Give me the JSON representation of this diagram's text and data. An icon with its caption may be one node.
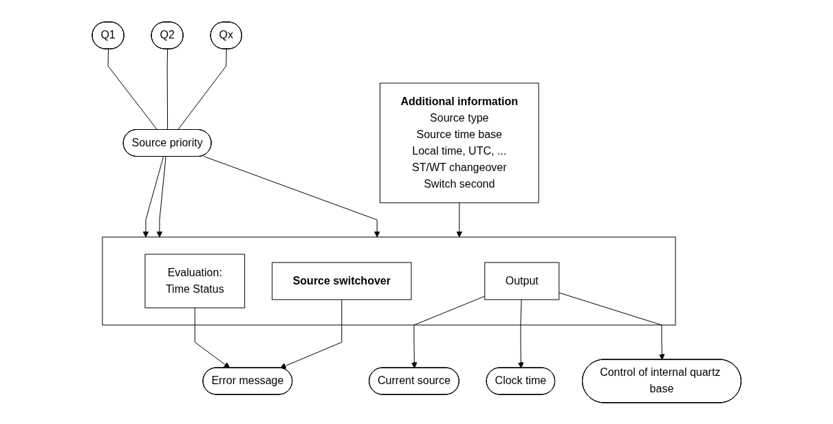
{
  "diagram": {
    "nodes": [
      {
        "text": [
          "Q1"
        ]
      },
      {
        "text": [
          "Q2"
        ]
      },
      {
        "text": [
          "Qx"
        ]
      },
      {
        "text": [
          "Source priority"
        ]
      },
      {
        "text": [],
        "shape": "box"
      },
      {
        "text": [
          "Evaluation:",
          "Time Status"
        ],
        "in": 4
      },
      {
        "text": [
          "Source switchover"
        ],
        "in": 4
      },
      {
        "text": [
          "Output"
        ],
        "in": 4
      },
      {
        "text": [
          "Additional information",
          "Source type",
          "Source time base",
          "Local time, UTC, ...",
          "ST/WT changeover",
          "Switch second"
        ]
      },
      {
        "text": [
          "Error message"
        ]
      },
      {
        "text": [
          "Current source"
        ]
      },
      {
        "text": [
          "Clock time"
        ]
      },
      {
        "text": [
          "Control of internal quartz base"
        ]
      }
    ],
    "edges": [
      {
        "from": 0,
        "to": 3,
        "arrow": "none"
      },
      {
        "from": 1,
        "to": 3,
        "arrow": "none"
      },
      {
        "from": 2,
        "to": 3,
        "arrow": "none"
      },
      {
        "from": 3,
        "to": 4,
        "arrow": "to"
      },
      {
        "from": 3,
        "to": 4,
        "arrow": "to"
      },
      {
        "from": 3,
        "to": 4,
        "arrow": "to"
      },
      {
        "from": 8,
        "to": 4,
        "arrow": "to"
      },
      {
        "from": 5,
        "to": 9,
        "arrow": "to"
      },
      {
        "from": 6,
        "to": 9,
        "arrow": "to"
      },
      {
        "from": 7,
        "to": 10,
        "arrow": "to"
      },
      {
        "from": 7,
        "to": 11,
        "arrow": "to"
      },
      {
        "from": 7,
        "to": 12,
        "arrow": "to"
      }
    ]
  }
}
